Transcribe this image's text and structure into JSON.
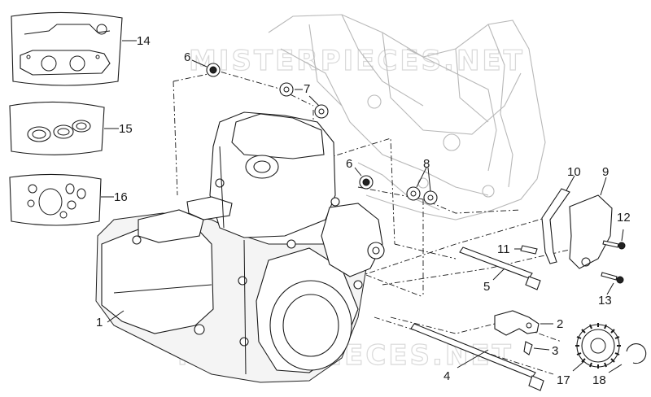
{
  "watermark": {
    "top": "MISTERPIECES.NET",
    "bottom": "MISTERPIECES.NET"
  },
  "callouts": [
    {
      "id": "c1",
      "text": "1"
    },
    {
      "id": "c2",
      "text": "2"
    },
    {
      "id": "c3",
      "text": "3"
    },
    {
      "id": "c4",
      "text": "4"
    },
    {
      "id": "c5",
      "text": "5"
    },
    {
      "id": "c6a",
      "text": "6"
    },
    {
      "id": "c6b",
      "text": "6"
    },
    {
      "id": "c7",
      "text": "7"
    },
    {
      "id": "c8",
      "text": "8"
    },
    {
      "id": "c9",
      "text": "9"
    },
    {
      "id": "c10",
      "text": "10"
    },
    {
      "id": "c11",
      "text": "11"
    },
    {
      "id": "c12",
      "text": "12"
    },
    {
      "id": "c13",
      "text": "13"
    },
    {
      "id": "c14",
      "text": "14"
    },
    {
      "id": "c15",
      "text": "15"
    },
    {
      "id": "c16",
      "text": "16"
    },
    {
      "id": "c17",
      "text": "17"
    },
    {
      "id": "c18",
      "text": "18"
    }
  ]
}
